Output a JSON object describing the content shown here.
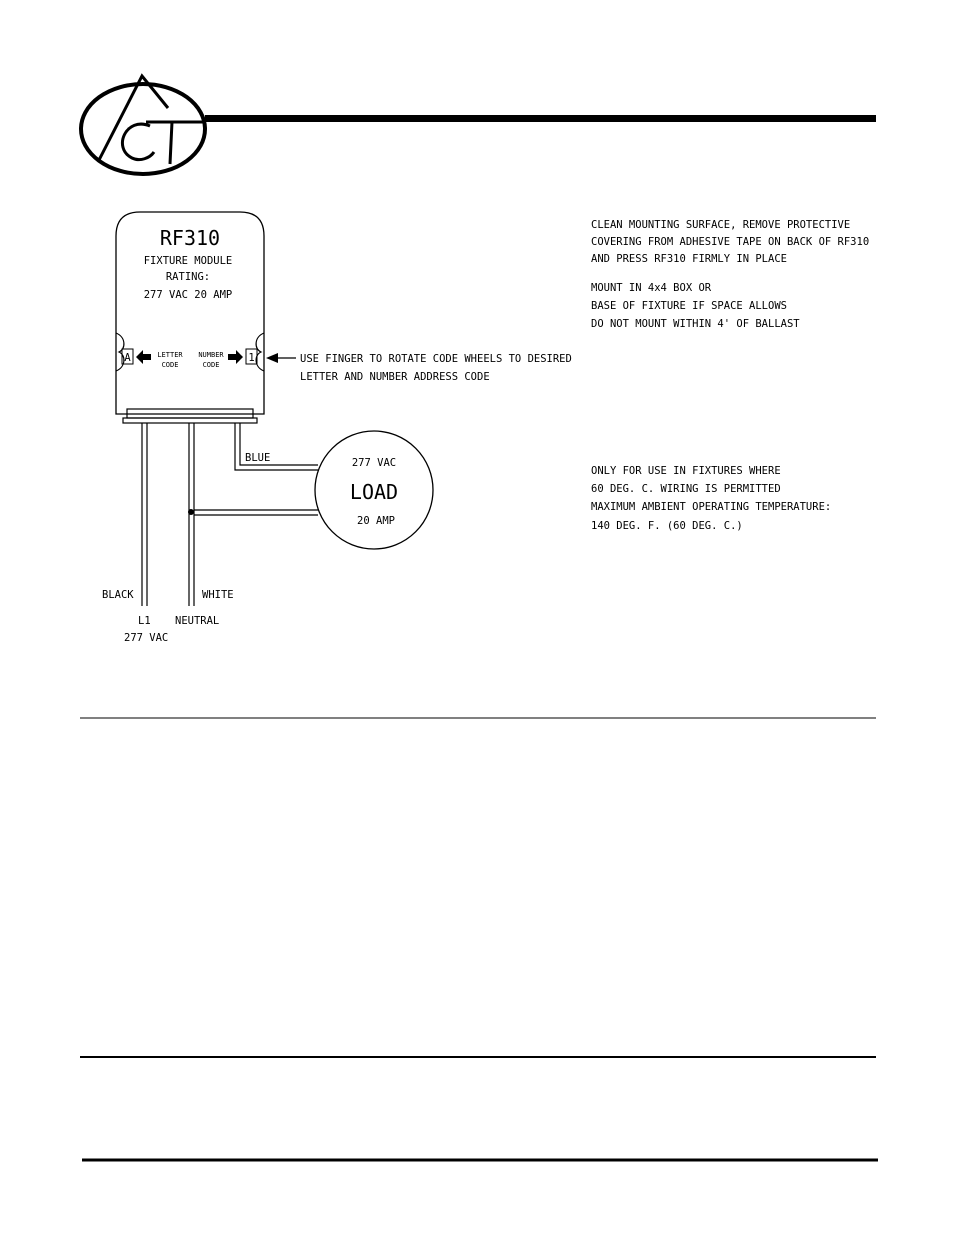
{
  "logo": {
    "letters": "ACT"
  },
  "module": {
    "model": "RF310",
    "line1": "FIXTURE MODULE",
    "line2": "RATING:",
    "line3": "277 VAC 20 AMP",
    "letter_wheel": "A",
    "number_wheel": "1",
    "letter_code_1": "LETTER",
    "letter_code_2": "CODE",
    "number_code_1": "NUMBER",
    "number_code_2": "CODE"
  },
  "callout": {
    "line1": "USE FINGER TO ROTATE CODE WHEELS TO DESIRED",
    "line2": "LETTER AND NUMBER ADDRESS CODE"
  },
  "load": {
    "top": "277 VAC",
    "main": "LOAD",
    "bottom": "20 AMP"
  },
  "wires": {
    "blue": "BLUE",
    "black": "BLACK",
    "white": "WHITE",
    "l1": "L1",
    "l1_voltage": "277 VAC",
    "neutral": "NEUTRAL"
  },
  "instructions": {
    "mount_1": "CLEAN MOUNTING SURFACE, REMOVE PROTECTIVE",
    "mount_2": "COVERING FROM ADHESIVE TAPE ON BACK OF RF310",
    "mount_3": "AND PRESS RF310 FIRMLY IN PLACE",
    "box_1": "MOUNT IN 4x4 BOX OR",
    "box_2": "BASE OF FIXTURE IF SPACE ALLOWS",
    "box_3": "DO NOT MOUNT WITHIN 4' OF BALLAST",
    "temp_1": "ONLY FOR USE IN FIXTURES WHERE",
    "temp_2": "60 DEG. C. WIRING IS PERMITTED",
    "temp_3": "MAXIMUM AMBIENT OPERATING TEMPERATURE:",
    "temp_4": "140 DEG. F. (60 DEG. C.)"
  }
}
